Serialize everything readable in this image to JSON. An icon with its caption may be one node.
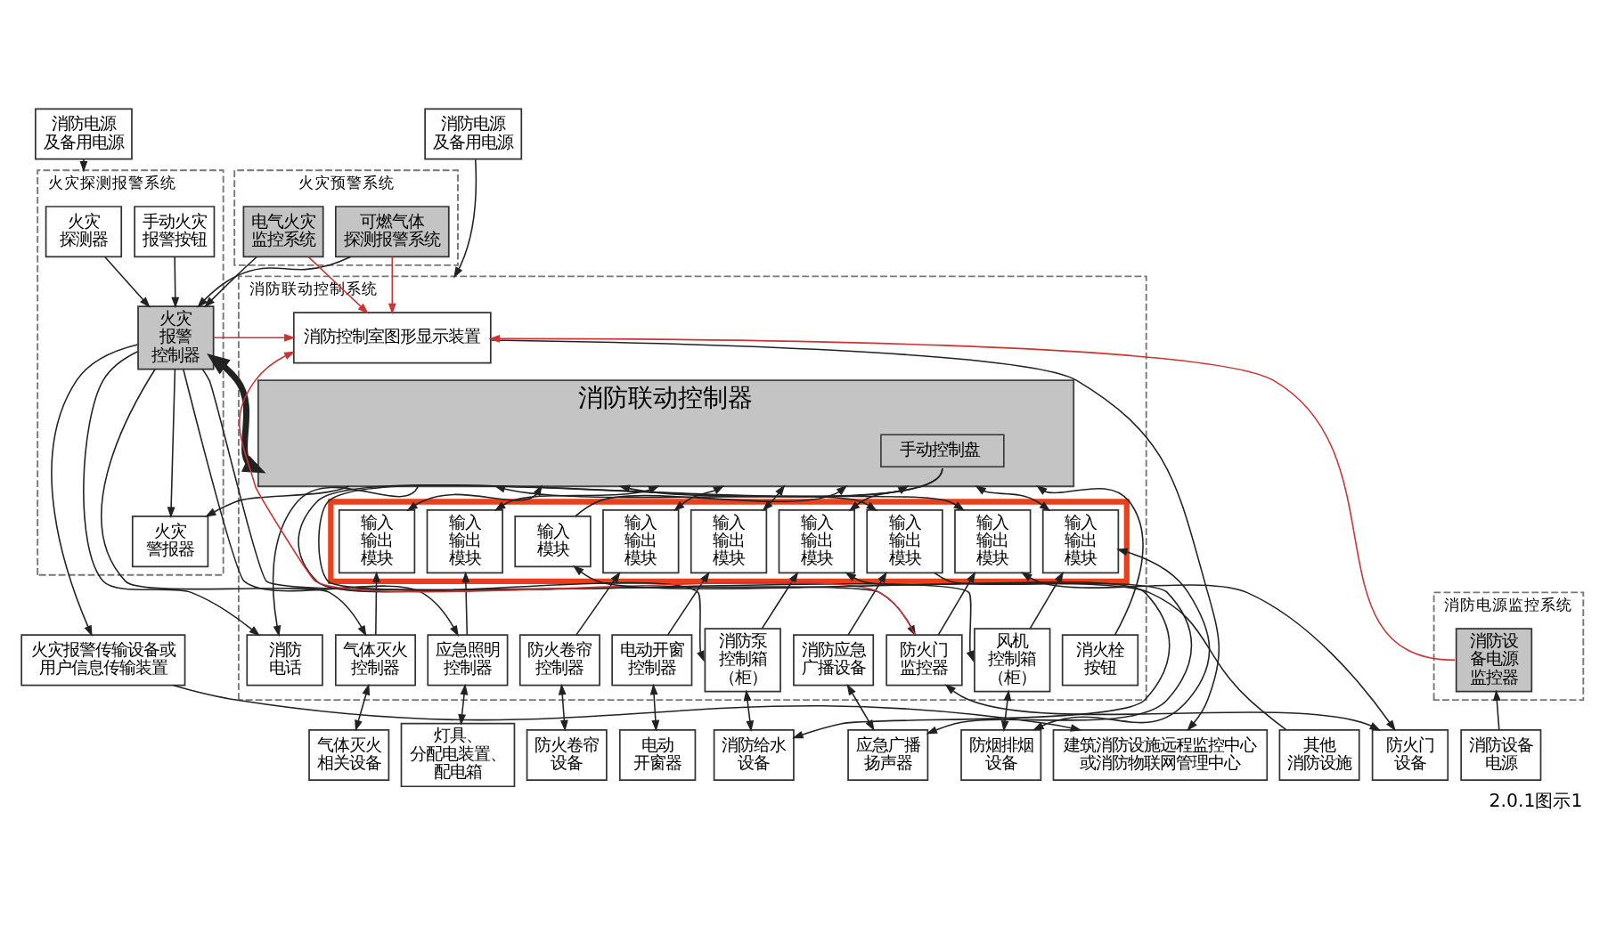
{
  "diagram": {
    "caption": "2.0.1图示1",
    "nodes": [
      {
        "text": [
          "火灾探测报警系统"
        ]
      },
      {
        "text": [
          "火灾探测器"
        ],
        "in": 0
      },
      {
        "text": [
          "手动火灾报警按钮"
        ],
        "in": 0
      },
      {
        "text": [
          "火灾报警控制器"
        ],
        "in": 0
      },
      {
        "text": [
          "火灾警报器"
        ],
        "in": 0
      },
      {
        "text": [
          "消防联动控制系统"
        ]
      },
      {
        "text": [
          "消防控制室图形显示装置"
        ],
        "in": 5
      },
      {
        "text": [
          "消防联动控制器"
        ],
        "in": 5
      },
      {
        "text": [
          "手动控制盘"
        ],
        "in": 7
      },
      {
        "text": [],
        "shape": "box",
        "in": 5
      },
      {
        "text": [
          "输入输出模块"
        ],
        "in": 9
      },
      {
        "text": [
          "输入输出模块"
        ],
        "in": 9
      },
      {
        "text": [
          "输入输出模块"
        ],
        "in": 9
      },
      {
        "text": [
          "输入输出模块"
        ],
        "in": 9
      },
      {
        "text": [
          "输入输出模块"
        ],
        "in": 9
      },
      {
        "text": [
          "输入输出模块"
        ],
        "in": 9
      },
      {
        "text": [
          "输入模块"
        ],
        "in": 9
      },
      {
        "text": [
          "输入输出模块"
        ],
        "in": 9
      },
      {
        "text": [
          "输入输出模块"
        ],
        "in": 9
      },
      {
        "text": [
          "消防电话"
        ],
        "in": 5
      },
      {
        "text": [
          "消防应急广播设备"
        ],
        "in": 5
      },
      {
        "text": [
          "气体灭火控制器"
        ],
        "in": 5
      },
      {
        "text": [
          "防火门监控器"
        ],
        "in": 5
      },
      {
        "text": [
          "应急照明控制器"
        ],
        "in": 5
      },
      {
        "text": [
          "防火卷帘控制器"
        ],
        "in": 5
      },
      {
        "text": [
          "电动开窗控制器"
        ],
        "in": 5
      },
      {
        "text": [
          "消防泵控制箱（柜）"
        ],
        "in": 5
      },
      {
        "text": [
          "风机控制箱（柜）"
        ],
        "in": 5
      },
      {
        "text": [
          "消火栓按钮"
        ],
        "in": 5
      },
      {
        "text": [
          "火灾预警系统"
        ]
      },
      {
        "text": [
          "可燃气体探测报警系统"
        ],
        "in": 29
      },
      {
        "text": [
          "电气火灾监控系统"
        ],
        "in": 29
      },
      {
        "text": [
          "消防电源监控系统"
        ]
      },
      {
        "text": [
          "消防设备电源监控器"
        ],
        "in": 32
      },
      {
        "text": [
          "消防电源及备用电源"
        ]
      },
      {
        "text": [
          "火灾报警传输设备或用户信息传输装置"
        ]
      },
      {
        "text": [
          "消防电源及备用电源"
        ]
      },
      {
        "text": [
          "建筑消防设施远程监控中心或消防物联网管理中心"
        ]
      },
      {
        "text": [
          "应急广播扬声器"
        ]
      },
      {
        "text": [
          "气体灭火相关设备"
        ]
      },
      {
        "text": [
          "防火门设备"
        ]
      },
      {
        "text": [
          "灯具、分配电装置、配电箱"
        ]
      },
      {
        "text": [
          "防火卷帘设备"
        ]
      },
      {
        "text": [
          "电动开窗器"
        ]
      },
      {
        "text": [
          "其他消防设施"
        ]
      },
      {
        "text": [
          "消防给水设备"
        ]
      },
      {
        "text": [
          "防烟排烟设备"
        ]
      },
      {
        "text": [
          "消防设备电源"
        ]
      }
    ],
    "edges": [
      {
        "from": 1,
        "to": 3,
        "arrow": "to"
      },
      {
        "from": 2,
        "to": 3,
        "arrow": "to"
      },
      {
        "from": 30,
        "to": 3,
        "arrow": "to"
      },
      {
        "from": 31,
        "to": 3,
        "arrow": "to"
      },
      {
        "from": 3,
        "to": 35,
        "arrow": "to"
      },
      {
        "from": 3,
        "to": 4,
        "arrow": "to"
      },
      {
        "from": 3,
        "to": 19,
        "arrow": "to"
      },
      {
        "from": 3,
        "to": 21,
        "arrow": "to"
      },
      {
        "from": 3,
        "to": 22,
        "arrow": "to"
      },
      {
        "from": 3,
        "to": 23,
        "arrow": "to"
      },
      {
        "from": 3,
        "to": 7,
        "arrow": "both",
        "style": "thick"
      },
      {
        "from": 3,
        "to": 6,
        "arrow": "to",
        "color": "#cc3333"
      },
      {
        "from": 30,
        "to": 6,
        "arrow": "to",
        "color": "#cc3333"
      },
      {
        "from": 31,
        "to": 6,
        "arrow": "to",
        "color": "#cc3333"
      },
      {
        "from": 33,
        "to": 6,
        "arrow": "to",
        "color": "#cc3333"
      },
      {
        "from": 22,
        "to": 6,
        "arrow": "to",
        "color": "#cc3333"
      },
      {
        "from": 6,
        "to": 37,
        "arrow": "to"
      },
      {
        "from": 35,
        "to": 37,
        "arrow": "to"
      },
      {
        "from": 34,
        "to": 0,
        "arrow": "to"
      },
      {
        "from": 36,
        "to": 5,
        "arrow": "to"
      },
      {
        "from": 7,
        "to": 4,
        "arrow": "to"
      },
      {
        "from": 7,
        "to": 19,
        "arrow": "to"
      },
      {
        "from": 7,
        "to": 10,
        "arrow": "both"
      },
      {
        "from": 7,
        "to": 11,
        "arrow": "both"
      },
      {
        "from": 7,
        "to": 12,
        "arrow": "both"
      },
      {
        "from": 7,
        "to": 13,
        "arrow": "both"
      },
      {
        "from": 7,
        "to": 14,
        "arrow": "both"
      },
      {
        "from": 7,
        "to": 15,
        "arrow": "both"
      },
      {
        "from": 16,
        "to": 7,
        "arrow": "to"
      },
      {
        "from": 7,
        "to": 17,
        "arrow": "both"
      },
      {
        "from": 7,
        "to": 18,
        "arrow": "both"
      },
      {
        "from": 28,
        "to": 7,
        "arrow": "to"
      },
      {
        "from": 8,
        "to": 26,
        "arrow": "to"
      },
      {
        "from": 8,
        "to": 27,
        "arrow": "to"
      },
      {
        "from": 20,
        "to": 10,
        "arrow": "to"
      },
      {
        "from": 10,
        "to": 38,
        "arrow": "to"
      },
      {
        "from": 21,
        "to": 11,
        "arrow": "to"
      },
      {
        "from": 22,
        "to": 12,
        "arrow": "to"
      },
      {
        "from": 12,
        "to": 40,
        "arrow": "both"
      },
      {
        "from": 23,
        "to": 13,
        "arrow": "to"
      },
      {
        "from": 24,
        "to": 14,
        "arrow": "to"
      },
      {
        "from": 25,
        "to": 15,
        "arrow": "to"
      },
      {
        "from": 44,
        "to": 16,
        "arrow": "to"
      },
      {
        "from": 26,
        "to": 17,
        "arrow": "to"
      },
      {
        "from": 17,
        "to": 45,
        "arrow": "both"
      },
      {
        "from": 27,
        "to": 18,
        "arrow": "to"
      },
      {
        "from": 18,
        "to": 46,
        "arrow": "both"
      },
      {
        "from": 20,
        "to": 38,
        "arrow": "both"
      },
      {
        "from": 21,
        "to": 39,
        "arrow": "both"
      },
      {
        "from": 22,
        "to": 40,
        "arrow": "both"
      },
      {
        "from": 23,
        "to": 41,
        "arrow": "both"
      },
      {
        "from": 24,
        "to": 42,
        "arrow": "both"
      },
      {
        "from": 25,
        "to": 43,
        "arrow": "both"
      },
      {
        "from": 26,
        "to": 45,
        "arrow": "both"
      },
      {
        "from": 27,
        "to": 46,
        "arrow": "both"
      },
      {
        "from": 47,
        "to": 33,
        "arrow": "to"
      }
    ]
  }
}
